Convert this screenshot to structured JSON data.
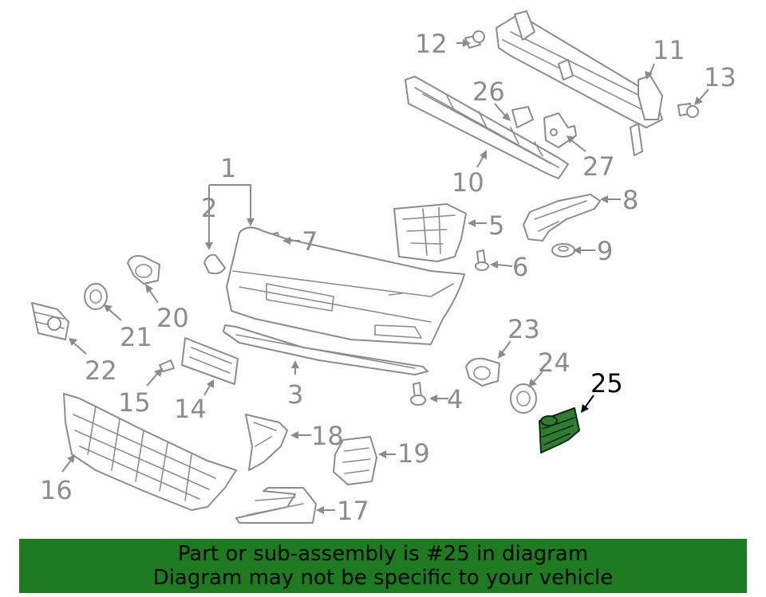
{
  "callouts": {
    "c1": "1",
    "c2": "2",
    "c3": "3",
    "c4": "4",
    "c5": "5",
    "c6": "6",
    "c7": "7",
    "c8": "8",
    "c9": "9",
    "c10": "10",
    "c11": "11",
    "c12": "12",
    "c13": "13",
    "c14": "14",
    "c15": "15",
    "c16": "16",
    "c17": "17",
    "c18": "18",
    "c19": "19",
    "c20": "20",
    "c21": "21",
    "c22": "22",
    "c23": "23",
    "c24": "24",
    "c25": "25",
    "c26": "26",
    "c27": "27"
  },
  "highlighted_part": "25",
  "colors": {
    "line_art": "#8c8c8c",
    "highlight_fill": "#2e7d32",
    "banner": "#1e7a1e"
  },
  "banner": {
    "line1": "Part or sub-assembly is #25 in diagram",
    "line2": "Diagram may not be specific to your vehicle"
  }
}
